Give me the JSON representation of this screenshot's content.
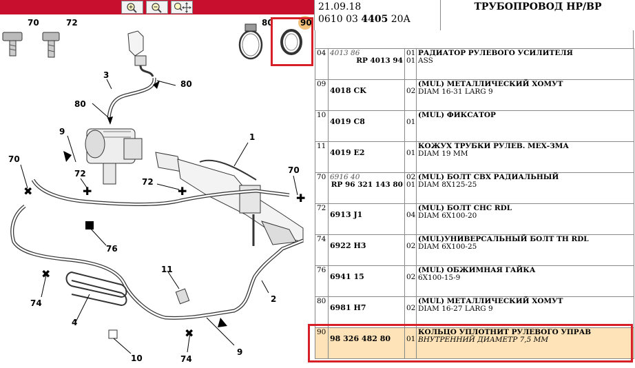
{
  "header": {
    "date": "21.09.18",
    "ref_prefix": "0610 03 ",
    "ref_bold": "4405",
    "ref_suffix": " 20A",
    "title": "ТРУБОПРОВОД HP/BP"
  },
  "toolbar": {
    "zoom_in": "zoom-in-icon",
    "zoom_out": "zoom-out-icon",
    "pan": "pan-icon"
  },
  "diagram": {
    "thumbs": [
      "70",
      "72",
      "80",
      "90"
    ],
    "callouts": {
      "c1": "1",
      "c2": "2",
      "c3": "3",
      "c4": "4",
      "c9a": "9",
      "c9b": "9",
      "c10": "10",
      "c11": "11",
      "c70a": "70",
      "c70b": "70",
      "c72a": "72",
      "c72b": "72",
      "c74a": "74",
      "c74b": "74",
      "c76": "76",
      "c80a": "80",
      "c80b": "80"
    }
  },
  "parts": [
    {
      "no": "04",
      "ref_old": "4013 86",
      "ref_alt": "RP 4013 94",
      "qty": "01",
      "qty2": "01",
      "title": "РАДИАТОР РУЛЕВОГО УСИЛИТЕЛЯ",
      "sub": "ASS"
    },
    {
      "no": "09",
      "ref": "4018 CK",
      "qty": "02",
      "title": "(MUL) МЕТАЛЛИЧЕСКИЙ ХОМУТ",
      "sub": "DIAM 16-31 LARG 9"
    },
    {
      "no": "10",
      "ref": "4019 C8",
      "qty": "01",
      "title": "(MUL) ФИКСАТОР",
      "sub": ""
    },
    {
      "no": "11",
      "ref": "4019 E2",
      "qty": "01",
      "title": "КОЖУХ ТРУБКИ РУЛЕВ. МЕХ-ЗМА",
      "sub": "DIAM 19 MM"
    },
    {
      "no": "70",
      "ref_old": "6916 40",
      "ref_alt": "RP 96 321 143 80",
      "qty": "02",
      "qty2": "01",
      "title": "(MUL) БОЛТ СВХ РАДИАЛЬНЫЙ",
      "sub": "DIAM 8X125-25"
    },
    {
      "no": "72",
      "ref": "6913 J1",
      "qty": "04",
      "title": "(MUL) БОЛТ CHC RDL",
      "sub": "DIAM 6X100-20"
    },
    {
      "no": "74",
      "ref": "6922 H3",
      "qty": "02",
      "title": "(MUL)УНИВЕРСАЛЬНЫЙ БОЛТ TH RDL",
      "sub": "DIAM 6X100-25"
    },
    {
      "no": "76",
      "ref": "6941 15",
      "qty": "02",
      "title": "(MUL) ОБЖИМНАЯ ГАЙКА",
      "sub": "6X100-15-9"
    },
    {
      "no": "80",
      "ref": "6981 H7",
      "qty": "02",
      "title": "(MUL) МЕТАЛЛИЧЕСКИЙ ХОМУТ",
      "sub": "DIAM 16-27 LARG 9"
    },
    {
      "no": "90",
      "ref": "98 326 482 80",
      "qty": "01",
      "title": "КОЛЬЦО УПЛОТНИТ РУЛЕВОГО УПРАВ",
      "sub": "ВНУТРЕННИЙ ДИАМЕТР 7,5 ММ",
      "highlighted": true
    }
  ]
}
